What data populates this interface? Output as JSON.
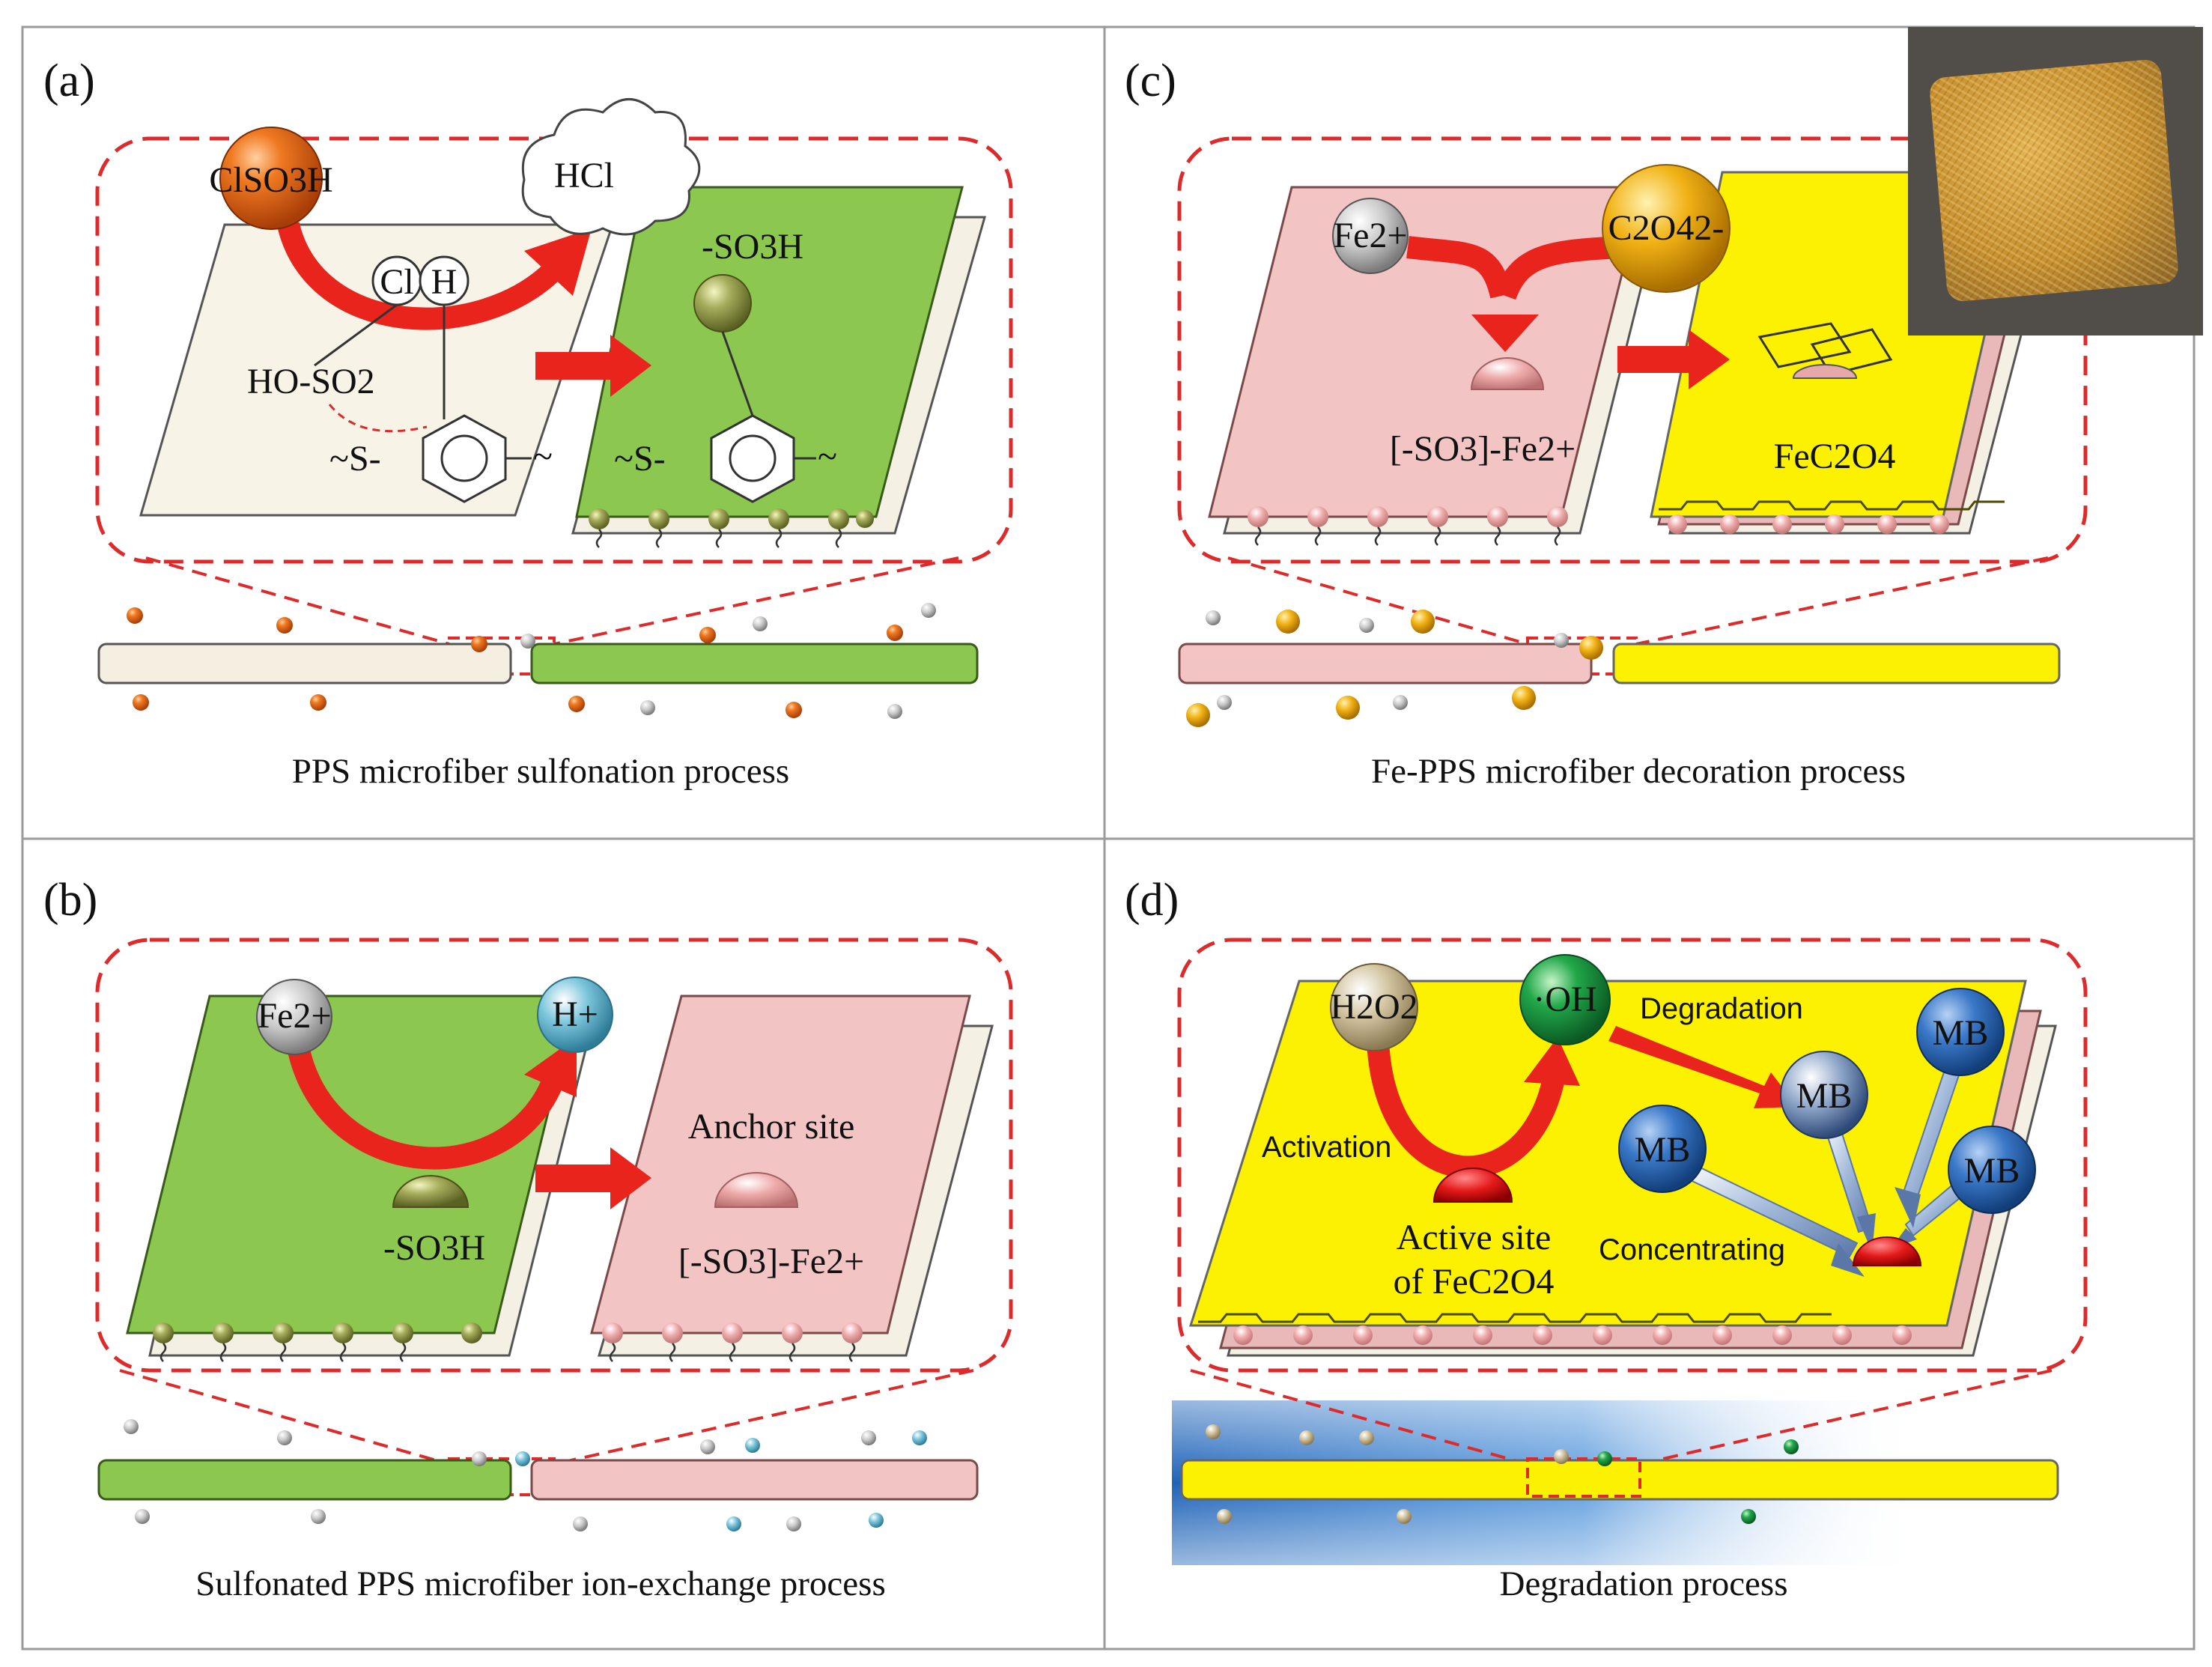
{
  "panels": {
    "a": {
      "label": "(a)",
      "caption": "PPS microfiber sulfonation process",
      "reagent": "ClSO3H",
      "byproduct": "HCl",
      "atom_cl": "Cl",
      "atom_h": "H",
      "fragment": "HO-SO2",
      "left_chain": "~S-",
      "right_chain": "~S-",
      "product": "-SO3H"
    },
    "b": {
      "label": "(b)",
      "caption": "Sulfonated PPS microfiber ion-exchange process",
      "ion_in": "Fe2+",
      "ion_out": "H+",
      "group": "-SO3H",
      "anchor": "Anchor site",
      "anchor_group": "[-SO3]-Fe2+"
    },
    "c": {
      "label": "(c)",
      "caption": "Fe-PPS microfiber decoration process",
      "ion_fe": "Fe2+",
      "ion_ox": "C2O42-",
      "site": "[-SO3]-Fe2+",
      "product": "FeC2O4"
    },
    "d": {
      "label": "(d)",
      "caption": "Degradation process",
      "reactant": "H2O2",
      "radical": "·OH",
      "step_degradation": "Degradation",
      "step_activation": "Activation",
      "site_line1": "Active site",
      "site_line2": "of FeC2O4",
      "step_concentrating": "Concentrating",
      "mb": "MB"
    }
  },
  "colors": {
    "arrow": "#e8241c",
    "dash": "#dd2a2a",
    "cream": "#f7f3e6",
    "green": "#8cc850",
    "pink": "#f2c4c4",
    "yellow": "#fcf200"
  },
  "icons": [
    "reaction-arrow",
    "molecule-sphere",
    "fiber-rod",
    "photo-inset"
  ]
}
